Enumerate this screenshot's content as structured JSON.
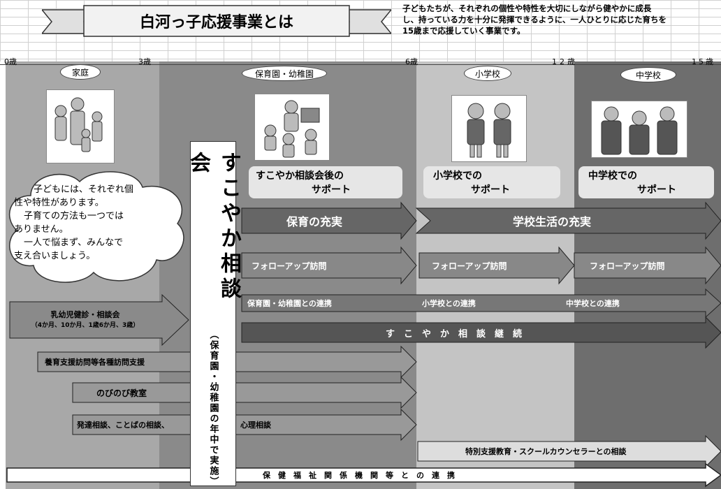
{
  "title": "白河っ子応援事業とは",
  "intro": [
    "子どもたちが、それぞれの個性や特性を大切にしながら健やかに成長",
    "し、持っている力を十分に発揮できるように、一人ひとりに応じた育ちを",
    "15歳まで応援していく事業です。"
  ],
  "ages": {
    "a0": "0歳",
    "a3": "3歳",
    "a6": "6歳",
    "a12": "12歳",
    "a15": "15歳"
  },
  "stages": {
    "home": "家庭",
    "nursery": "保育園・幼稚園",
    "elementary": "小学校",
    "junior": "中学校"
  },
  "cloud": [
    "子どもには、それぞれ個",
    "性や特性があります。",
    "子育ての方法も一つでは",
    "ありません。",
    "一人で悩まず、みんなで",
    "支え合いましょう。"
  ],
  "center_label": "すこやか相談会",
  "center_sub": "（保育園・幼稚園の年中で実施）",
  "support": {
    "after": [
      "すこやか相談会後の",
      "サポート"
    ],
    "elem": [
      "小学校での",
      "サポート"
    ],
    "junior": [
      "中学校での",
      "サポート"
    ]
  },
  "arrows": {
    "nursery_fulfill": "保育の充実",
    "school_fulfill": "学校生活の充実",
    "follow1": "フォローアップ訪問",
    "follow2": "フォローアップ訪問",
    "follow3": "フォローアップ訪問",
    "coop_nursery": "保育園・幼稚園との連携",
    "coop_elem": "小学校との連携",
    "coop_junior": "中学校との連携",
    "continue": "す　こ　や　か　相　談　継　続",
    "checkup_1": "乳幼児健診・相談会",
    "checkup_2": "（4か月、10か月、1歳6か月、3歳）",
    "home_visit": "養育支援訪問等各種訪問支援",
    "nobi": "のびのび教室",
    "consult": "発達相談、ことばの相談、",
    "consult_tail": "心理相談",
    "special": "特別支援教育・スクールカウンセラーとの相談",
    "welfare": "保　健　福　祉　関　係　機　関　等　と　の　連　携"
  }
}
